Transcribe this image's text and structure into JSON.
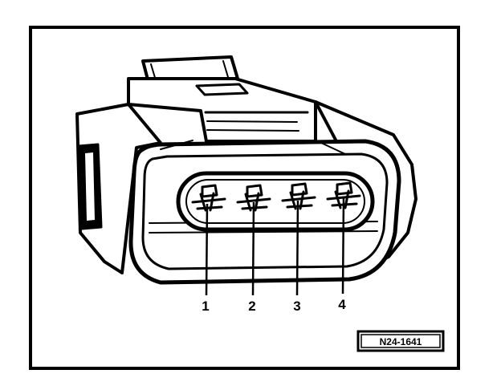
{
  "diagram": {
    "pins": [
      {
        "id": 1,
        "label": "1"
      },
      {
        "id": 2,
        "label": "2"
      },
      {
        "id": 3,
        "label": "3"
      },
      {
        "id": 4,
        "label": "4"
      }
    ],
    "reference_code": "N24-1641"
  },
  "colors": {
    "ink": "#000000",
    "paper": "#ffffff"
  },
  "icons": [
    "connector-icon"
  ]
}
